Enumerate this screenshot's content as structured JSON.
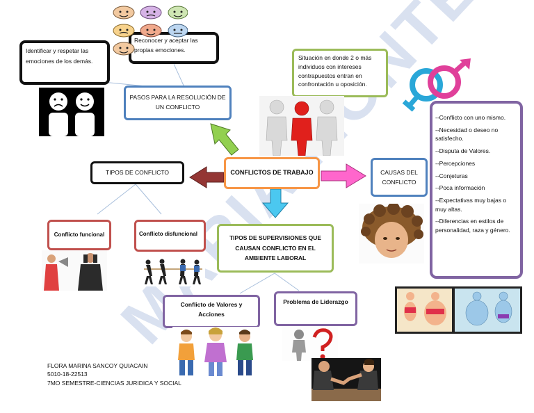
{
  "central": "CONFLICTOS DE TRABAJO",
  "definition": "Situación en donde 2 o más individuos con intereses contrapuestos entran en confrontación u oposición.",
  "steps": {
    "title": "PASOS PARA LA RESOLUCIÓN DE UN CONFLICTO",
    "item_left": "Identificar y respetar las emociones de los demás.",
    "item_right": "Reconocer y aceptar las propias emociones."
  },
  "types": {
    "title": "TIPOS DE CONFLICTO",
    "functional": "Conflicto funcional",
    "dysfunctional": "Conflicto disfuncional"
  },
  "causes": {
    "title": "CAUSAS DEL CONFLICTO",
    "items": [
      "--Conflicto con uno mismo.",
      "--Necesidad o deseo no satisfecho.",
      "--Disputa de Valores.",
      "--Percepciones",
      "--Conjeturas",
      "--Poca información",
      "--Expectativas muy bajas o muy altas.",
      "--Diferencias en estilos de personalidad, raza y género."
    ]
  },
  "supervision": {
    "title": "TIPOS DE SUPERVISIONES QUE CAUSAN CONFLICTO EN EL AMBIENTE LABORAL",
    "values": "Conflicto de Valores y Acciones",
    "leadership": "Problema de Liderazgo"
  },
  "author": {
    "name": "FLORA MARINA SANCOY QUIACAIN",
    "id": "5010-18-22513",
    "course": "7MO SEMESTRE-CIENCIAS JURIDICA Y SOCIAL"
  },
  "watermark": "MARIA MONTERO",
  "colors": {
    "black": "#111111",
    "blue": "#4f81bd",
    "green": "#9bbb59",
    "orange": "#f79646",
    "red": "#c0504d",
    "purple": "#8064a2",
    "arrow_green": "#92d050",
    "arrow_red": "#943634",
    "arrow_magenta": "#ff66cc",
    "arrow_cyan": "#4bc8f0"
  }
}
